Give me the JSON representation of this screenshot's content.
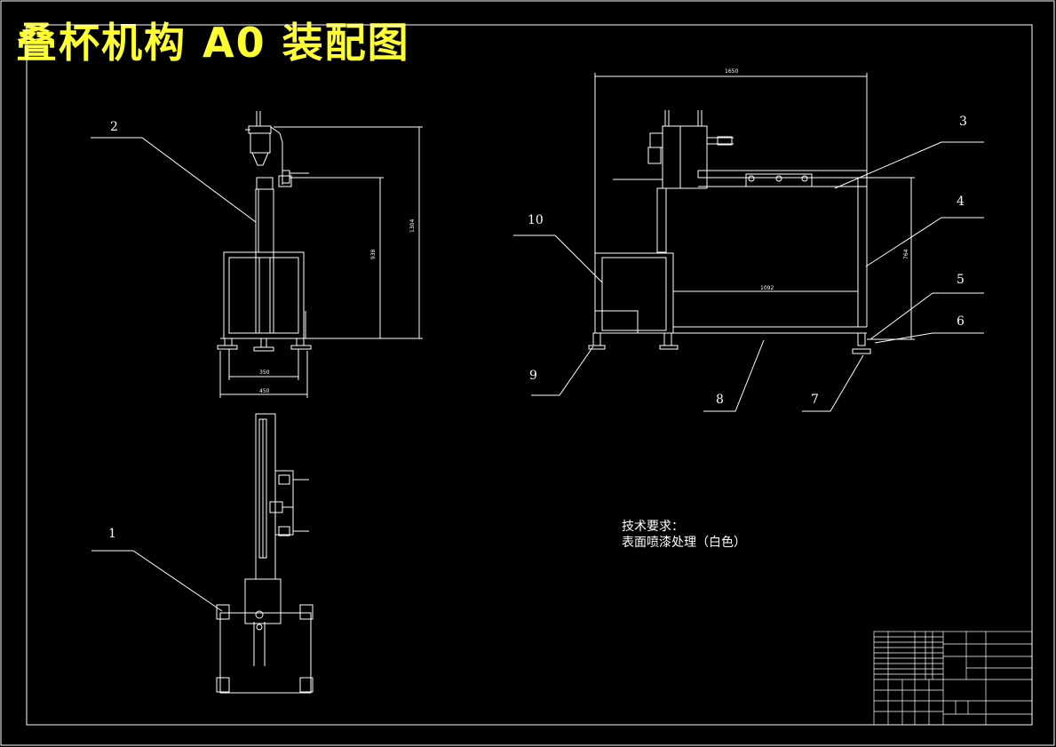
{
  "title": "叠杯机构 A0 装配图",
  "colors": {
    "background": "#000000",
    "lines": "#ffffff",
    "title": "#ffff33",
    "table": "#ffffff"
  },
  "technical_requirements": {
    "heading": "技术要求：",
    "item": "表面喷漆处理（白色）"
  },
  "balloons": [
    "1",
    "2",
    "3",
    "4",
    "5",
    "6",
    "7",
    "8",
    "9",
    "10"
  ],
  "dimensions": {
    "side_width_bottom": "450",
    "side_width_inner": "350",
    "side_height_inner": "938",
    "side_height_total": "1304",
    "front_width_top": "1650",
    "front_height": "764",
    "front_width_inner": "1092"
  }
}
